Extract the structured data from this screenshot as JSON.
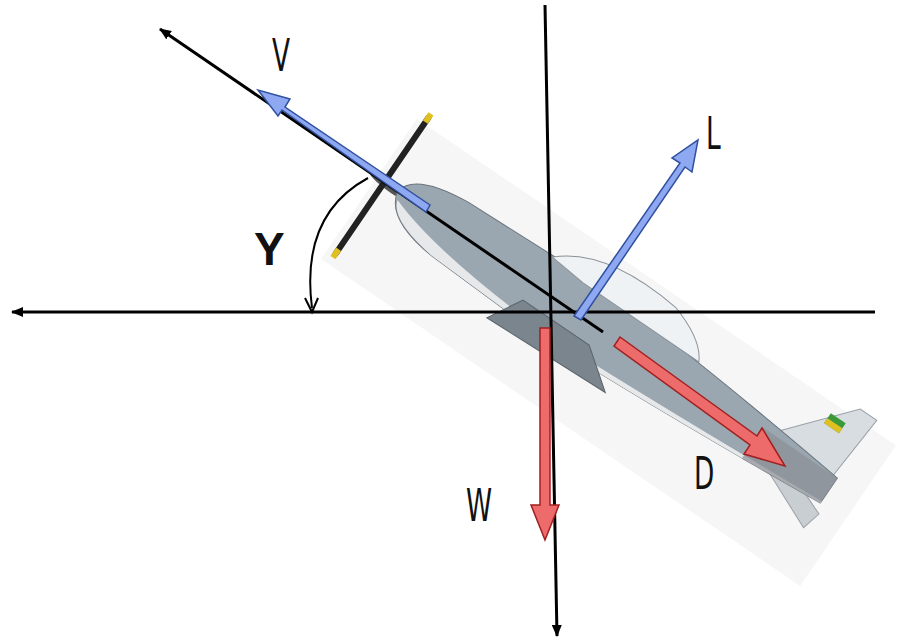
{
  "diagram": {
    "labels": [
      "V",
      "L",
      "W",
      "D",
      "Y"
    ]
  }
}
